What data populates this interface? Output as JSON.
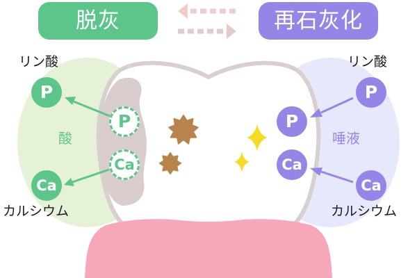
{
  "header": {
    "demineralization_label": "脱灰",
    "remineralization_label": "再石灰化"
  },
  "left_side": {
    "phosphate_label": "リン酸",
    "calcium_label": "カルシウム",
    "agent_label": "酸",
    "phosphate_symbol": "P",
    "calcium_symbol": "Ca",
    "leaving_phosphate_symbol": "P",
    "leaving_calcium_symbol": "Ca"
  },
  "right_side": {
    "phosphate_label": "リン酸",
    "calcium_label": "カルシウム",
    "agent_label": "唾液",
    "phosphate_symbol": "P",
    "calcium_symbol": "Ca",
    "entering_phosphate_symbol": "P",
    "entering_calcium_symbol": "Ca"
  },
  "colors": {
    "demineralization": "#5cc68a",
    "remineralization": "#9585e6",
    "acid_zone": "#e5f2d7",
    "saliva_zone": "#e6e9fb",
    "tooth_outline": "#d9cfcf",
    "decay_patch": "#d8cccc",
    "decay_spots": "#b8834d",
    "sparkle": "#f4dc26",
    "gum": "#f6a8ba",
    "arrow_left": "#f2ccca",
    "arrow_right": "#e3cbc7"
  },
  "icons": {
    "decay": "stain-star-icon",
    "shine": "sparkle-icon"
  }
}
